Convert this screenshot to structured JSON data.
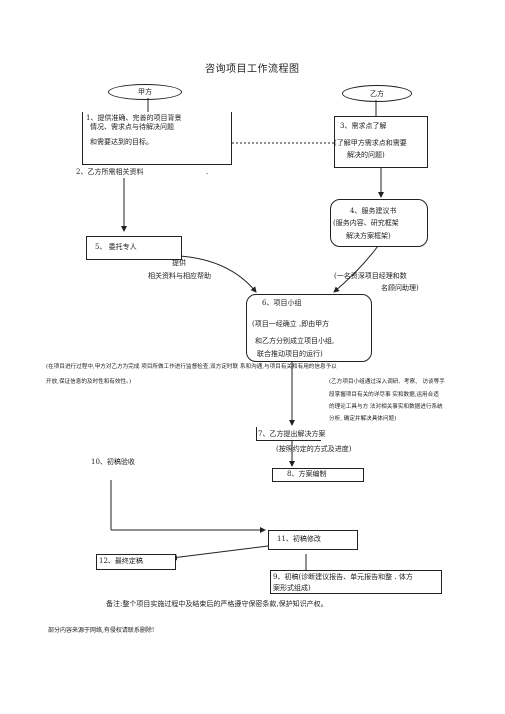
{
  "title": "咨询项目工作流程图",
  "party_a": "甲方",
  "party_b": "乙方",
  "box1": {
    "line1": "1、提供准确、完善的项目背景",
    "line2": "情况、需求点与待解决问题",
    "line3": "和需要达到的目标。"
  },
  "box3": {
    "line1": "3、需求点了解",
    "line2": "(了解甲方需求点和需要",
    "line3": "解决的问题)"
  },
  "step2": "2、乙方所需相关资料",
  "box4": {
    "line1": "4、服务建议书",
    "line2": "(服务内容、研究框架",
    "line3": "解决方案框架)"
  },
  "box5": "5、  委托专人",
  "provide": "提供",
  "provide_detail": "相关资料与相应帮助",
  "b_manager": {
    "line1": "(一名资深项目经理和数",
    "line2": "名顾问助理)"
  },
  "box6": {
    "line1": "6、项目小组",
    "line2": "(项目一经确立   ,即由甲方",
    "line3": "和乙方分别成立项目小组,",
    "line4": "联合推动项目的运行)"
  },
  "left_note": {
    "line1": "(在项目进行过程中,甲方对乙方为完成  项目所做工作进行监督检查,双方定时联  系和沟通,与项目有关和有用的信息予以",
    "line2": "开放,保证信息的及时性和有效性。)"
  },
  "right_note": {
    "line1": "(乙方项目小组通过深入调研、考察、 访谈等手",
    "line2": "段掌握项目有关的详尽事 实和数据,运用合适",
    "line3": "的理论工具与方 法对相关事实和数据进行系统",
    "line4": "分析,  确定并解决具体问题)"
  },
  "box7": {
    "line1": "7、乙方提出解决方案",
    "line2": "(按照约定的方式及进度)"
  },
  "step10": "10、初稿验收",
  "box8": "8、方案编制",
  "box11": "11、初稿修改",
  "box12": "12、最终定稿",
  "box9": {
    "line1": "9、初稿(诊断建议报告、单元报告和整 .      体方",
    "line2": "案形式组成)"
  },
  "note": "备注:整个项目实施过程中及结束后的严格遵守保密条款,保护知识产权。",
  "footer": "部分内容来源于网络,有侵权请联系删除!"
}
